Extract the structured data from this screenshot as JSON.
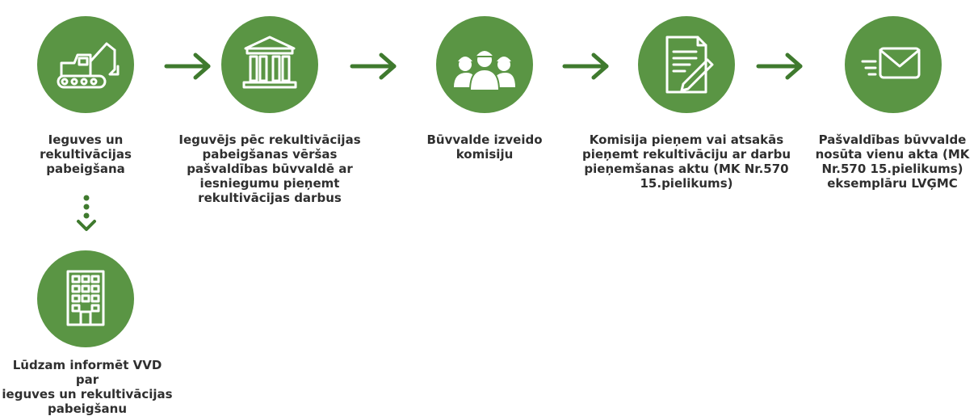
{
  "accent_color": "#5a9544",
  "arrow_color": "#3f7a2e",
  "steps": [
    {
      "icon": "excavator-icon",
      "label": "Ieguves un\nrekultivācijas\npabeigšana"
    },
    {
      "icon": "municipal-building-icon",
      "label": "Ieguvējs pēc rekultivācijas\npabeigšanas vēršas\npašvaldības būvvaldē ar\niesniegumu pieņemt\nrekultivācijas darbus"
    },
    {
      "icon": "workers-commission-icon",
      "label": "Būvvalde izveido\nkomisiju"
    },
    {
      "icon": "document-sign-icon",
      "label": "Komisija pieņem vai atsakās\npieņemt rekultivāciju ar darbu\npieņemšanas aktu (MK Nr.570\n15.pielikums)"
    },
    {
      "icon": "envelope-send-icon",
      "label": "Pašvaldības būvvalde\nnosūta vienu akta (MK\nNr.570 15.pielikums)\neksemplāru LVĢMC"
    }
  ],
  "sub_step": {
    "icon": "office-building-icon",
    "label": "Lūdzam informēt VVD par\nieguves un rekultivācijas\npabeigšanu"
  }
}
